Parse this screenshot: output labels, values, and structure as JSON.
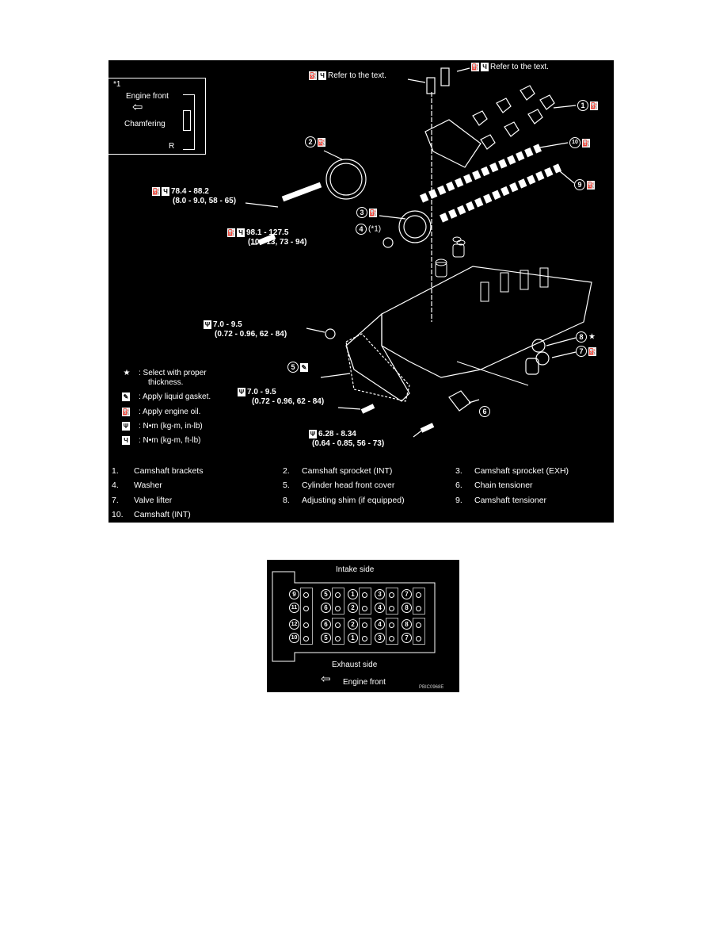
{
  "exploded_view": {
    "inset": {
      "ref": "*1",
      "engine_front": "Engine front",
      "chamfering": "Chamfering",
      "r_label": "R"
    },
    "callouts": {
      "refer_text_1": "Refer to the text.",
      "refer_text_2": "Refer to the text.",
      "torque_sprocket_int_a": "78.4 - 88.2",
      "torque_sprocket_int_b": "(8.0 - 9.0, 58 - 65)",
      "torque_sprocket_exh_a": "98.1 - 127.5",
      "torque_sprocket_exh_b": "(10 - 13, 73 - 94)",
      "washer_note": "(*1)",
      "torque_cover_nut_a": "7.0 - 9.5",
      "torque_cover_nut_b": "(0.72 - 0.96, 62 - 84)",
      "torque_cover_bolt_a": "7.0 - 9.5",
      "torque_cover_bolt_b": "(0.72 - 0.96, 62 - 84)",
      "torque_tensioner_a": "6.28 - 8.34",
      "torque_tensioner_b": "(0.64 - 0.85, 56 - 73)",
      "star": "★"
    },
    "part_numbers": [
      "1",
      "2",
      "3",
      "4",
      "5",
      "6",
      "7",
      "8",
      "9",
      "10"
    ],
    "symbol_legend": [
      {
        "icon": "star-icon",
        "symbol": "★",
        "text": ": Select with proper",
        "text2": "thickness."
      },
      {
        "icon": "liquid-gasket-icon",
        "symbol": "✎",
        "text": ": Apply liquid gasket."
      },
      {
        "icon": "engine-oil-icon",
        "symbol": "⛽",
        "text": ": Apply engine oil."
      },
      {
        "icon": "torque-inlb-icon",
        "symbol": "Ψ",
        "text": ": N•m  (kg-m,  in-lb)"
      },
      {
        "icon": "torque-ftlb-icon",
        "symbol": "Ч",
        "text": ": N•m  (kg-m,  ft-lb)"
      }
    ],
    "parts_list": [
      {
        "num": "1.",
        "name": "Camshaft brackets"
      },
      {
        "num": "2.",
        "name": "Camshaft sprocket (INT)"
      },
      {
        "num": "3.",
        "name": "Camshaft sprocket (EXH)"
      },
      {
        "num": "4.",
        "name": "Washer"
      },
      {
        "num": "5.",
        "name": "Cylinder head front cover"
      },
      {
        "num": "6.",
        "name": "Chain tensioner"
      },
      {
        "num": "7.",
        "name": "Valve lifter"
      },
      {
        "num": "8.",
        "name": "Adjusting shim (if equipped)"
      },
      {
        "num": "9.",
        "name": "Camshaft tensioner"
      },
      {
        "num": "10.",
        "name": "Camshaft (INT)"
      }
    ]
  },
  "tightening_order": {
    "intake_side": "Intake side",
    "exhaust_side": "Exhaust side",
    "engine_front": "Engine front",
    "code": "PBIC0968E",
    "rows": [
      [
        "9",
        "5",
        "1",
        "3",
        "7"
      ],
      [
        "11",
        "6",
        "2",
        "4",
        "8"
      ],
      [
        "12",
        "6",
        "2",
        "4",
        "8"
      ],
      [
        "10",
        "5",
        "1",
        "3",
        "7"
      ]
    ]
  }
}
